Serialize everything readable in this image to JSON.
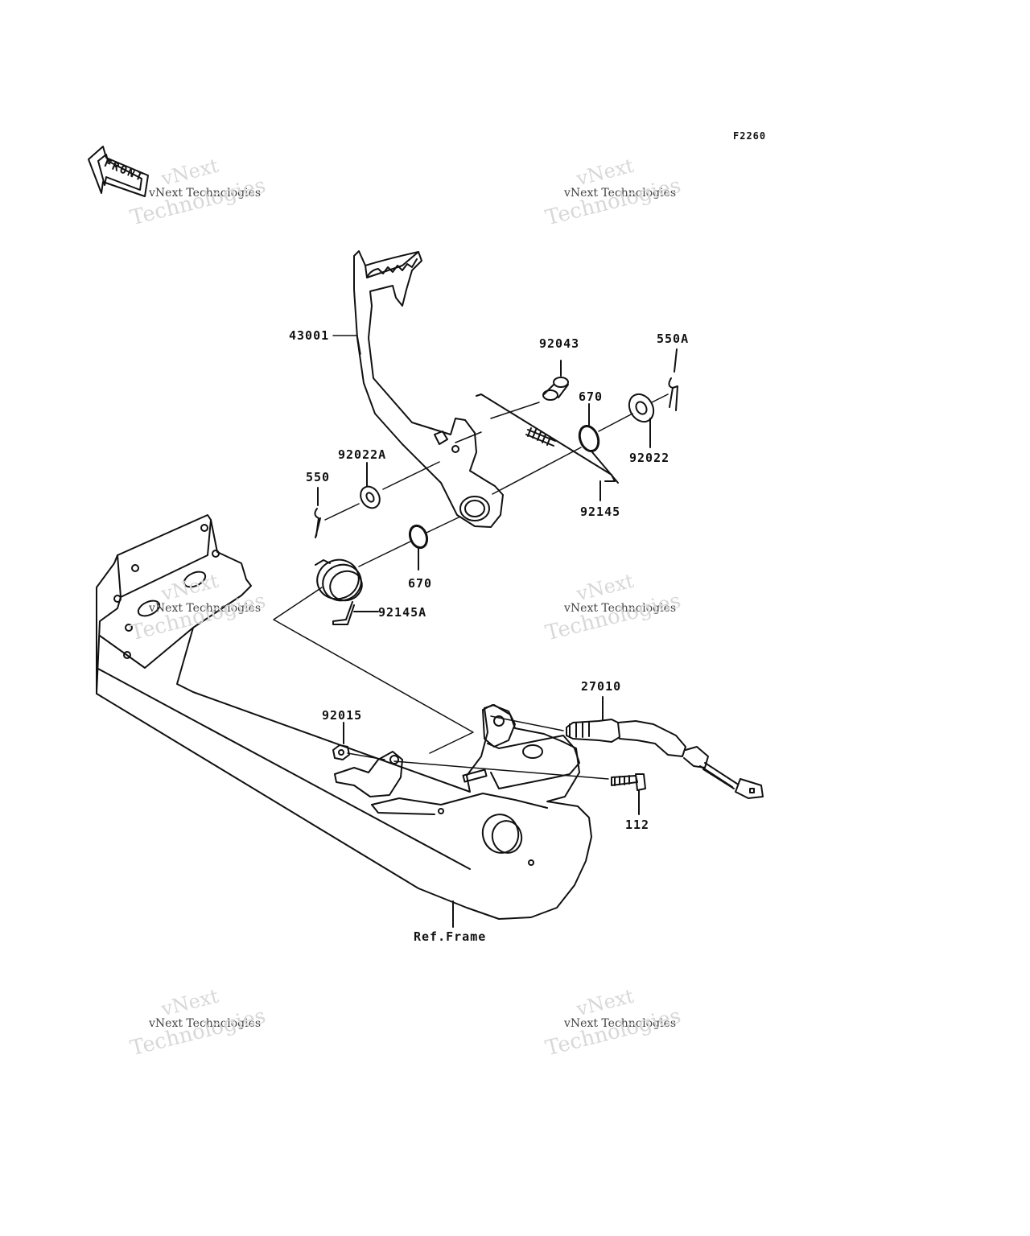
{
  "diagram_code": "F2260",
  "front_label": "FRONT",
  "watermark": {
    "line1": "vNext",
    "line2": "vNext Technologies",
    "line3": "Technologies"
  },
  "parts": [
    {
      "id": "43001",
      "label": "43001"
    },
    {
      "id": "92043",
      "label": "92043"
    },
    {
      "id": "550A",
      "label": "550A"
    },
    {
      "id": "670-top",
      "label": "670"
    },
    {
      "id": "92022",
      "label": "92022"
    },
    {
      "id": "92022A",
      "label": "92022A"
    },
    {
      "id": "550",
      "label": "550"
    },
    {
      "id": "92145",
      "label": "92145"
    },
    {
      "id": "670-bottom",
      "label": "670"
    },
    {
      "id": "92145A",
      "label": "92145A"
    },
    {
      "id": "27010",
      "label": "27010"
    },
    {
      "id": "92015",
      "label": "92015"
    },
    {
      "id": "112",
      "label": "112"
    },
    {
      "id": "ref-frame",
      "label": "Ref.Frame"
    }
  ]
}
